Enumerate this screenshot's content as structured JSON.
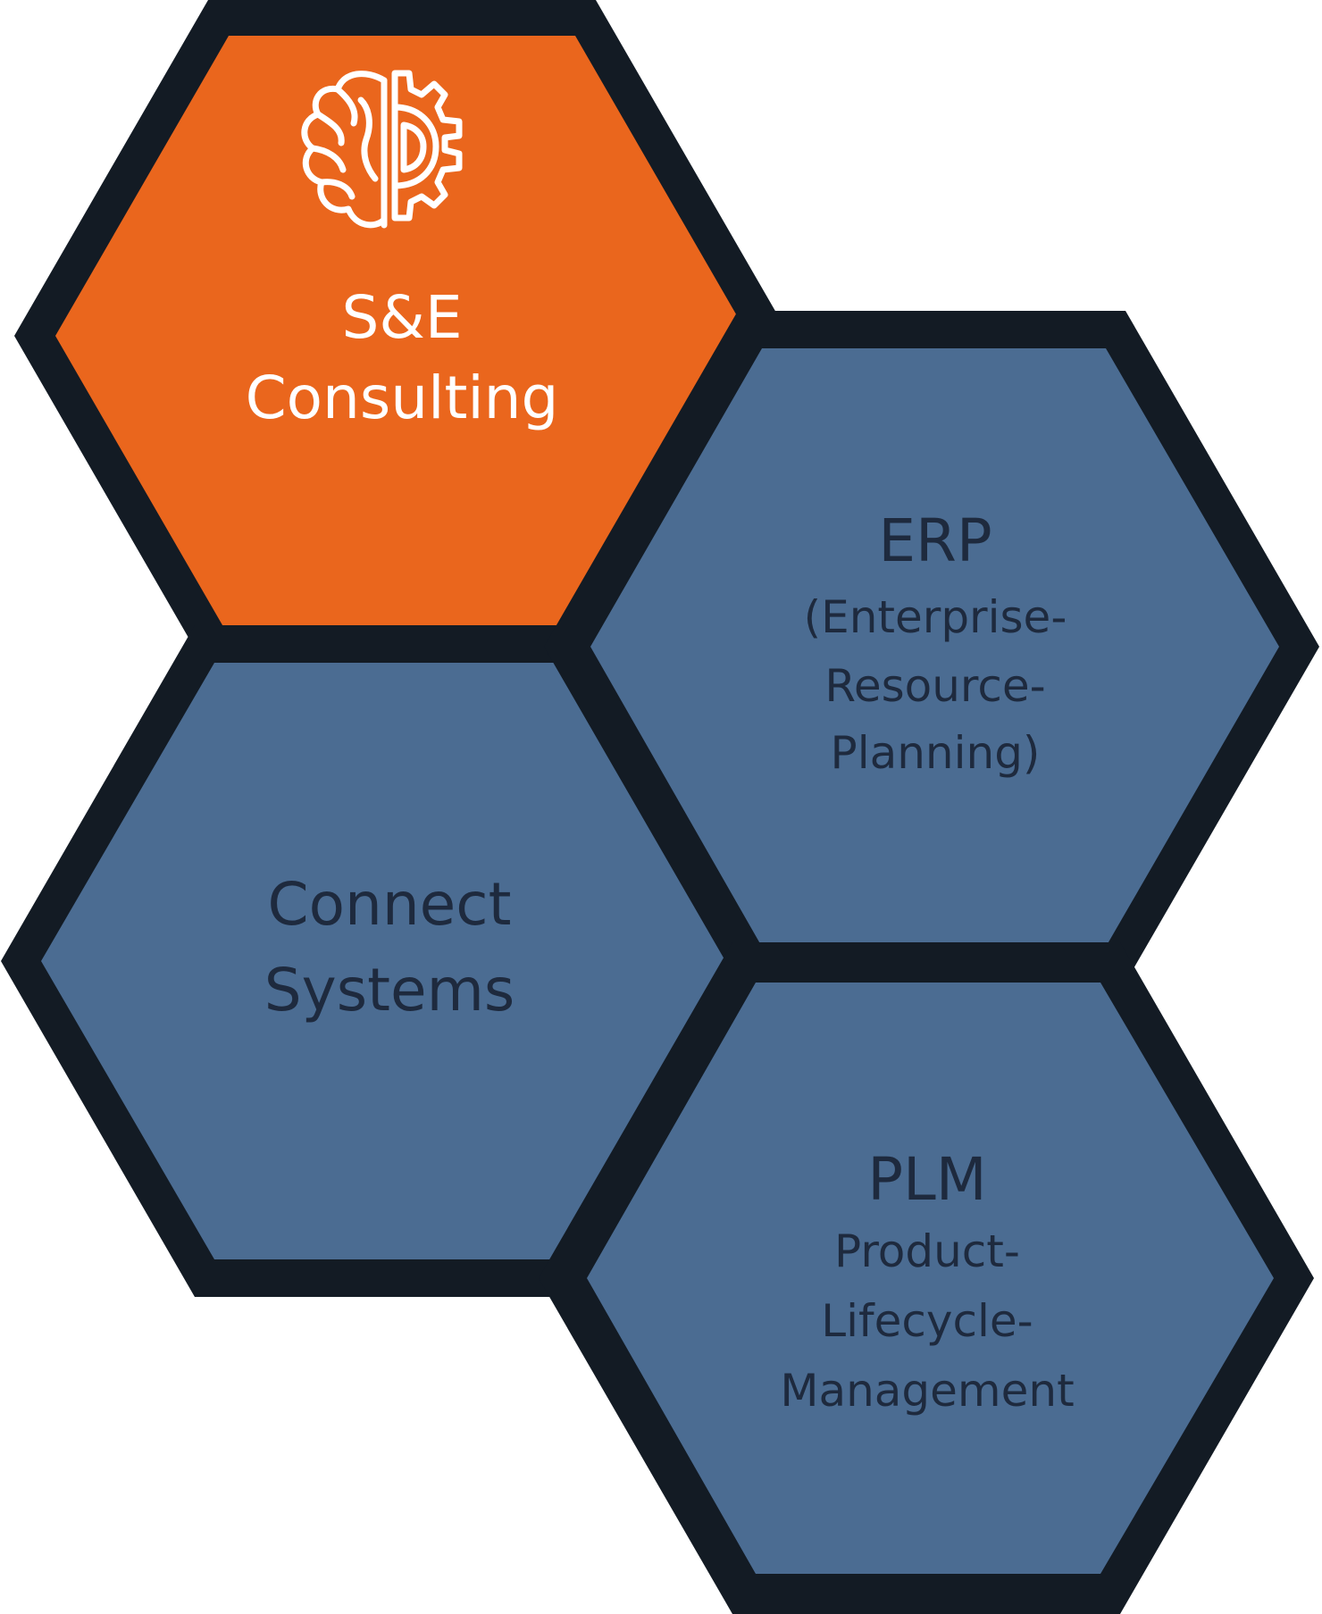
{
  "colors": {
    "border": "#131b24",
    "accent": "#ea661d",
    "tile": "#4b6c92",
    "text_dark": "#1e2a3e",
    "text_light": "#ffffff"
  },
  "tiles": {
    "consulting": {
      "icon": "brain-gear-icon",
      "title_line1": "S&E",
      "title_line2": "Consulting"
    },
    "connect": {
      "title_line1": "Connect",
      "title_line2": "Systems"
    },
    "erp": {
      "title": "ERP",
      "sub_line1": "(Enterprise-",
      "sub_line2": "Resource-",
      "sub_line3": "Planning)"
    },
    "plm": {
      "title": "PLM",
      "sub_line1": "Product-",
      "sub_line2": "Lifecycle-",
      "sub_line3": "Management"
    }
  }
}
